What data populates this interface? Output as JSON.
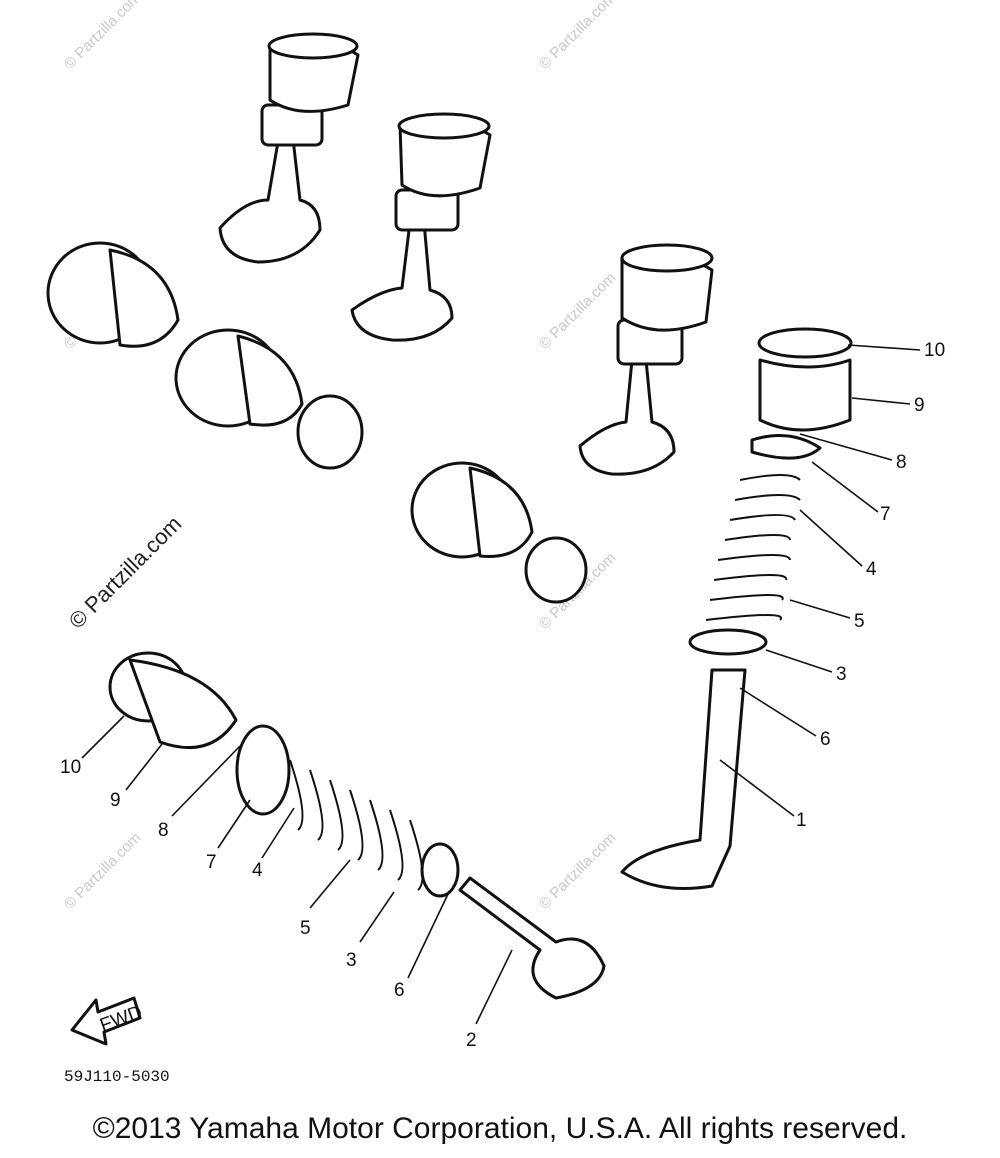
{
  "diagram": {
    "callouts_right": [
      "10",
      "9",
      "8",
      "7",
      "4",
      "5",
      "3",
      "6",
      "1"
    ],
    "callouts_left": [
      "10",
      "9",
      "8",
      "7",
      "4",
      "5",
      "3",
      "6",
      "2"
    ],
    "fwd_label": "FWD",
    "drawing_code": "59J110-5030",
    "watermark": "© Partzilla.com"
  },
  "footer": {
    "copyright": "©2013 Yamaha Motor Corporation, U.S.A. All rights reserved."
  }
}
